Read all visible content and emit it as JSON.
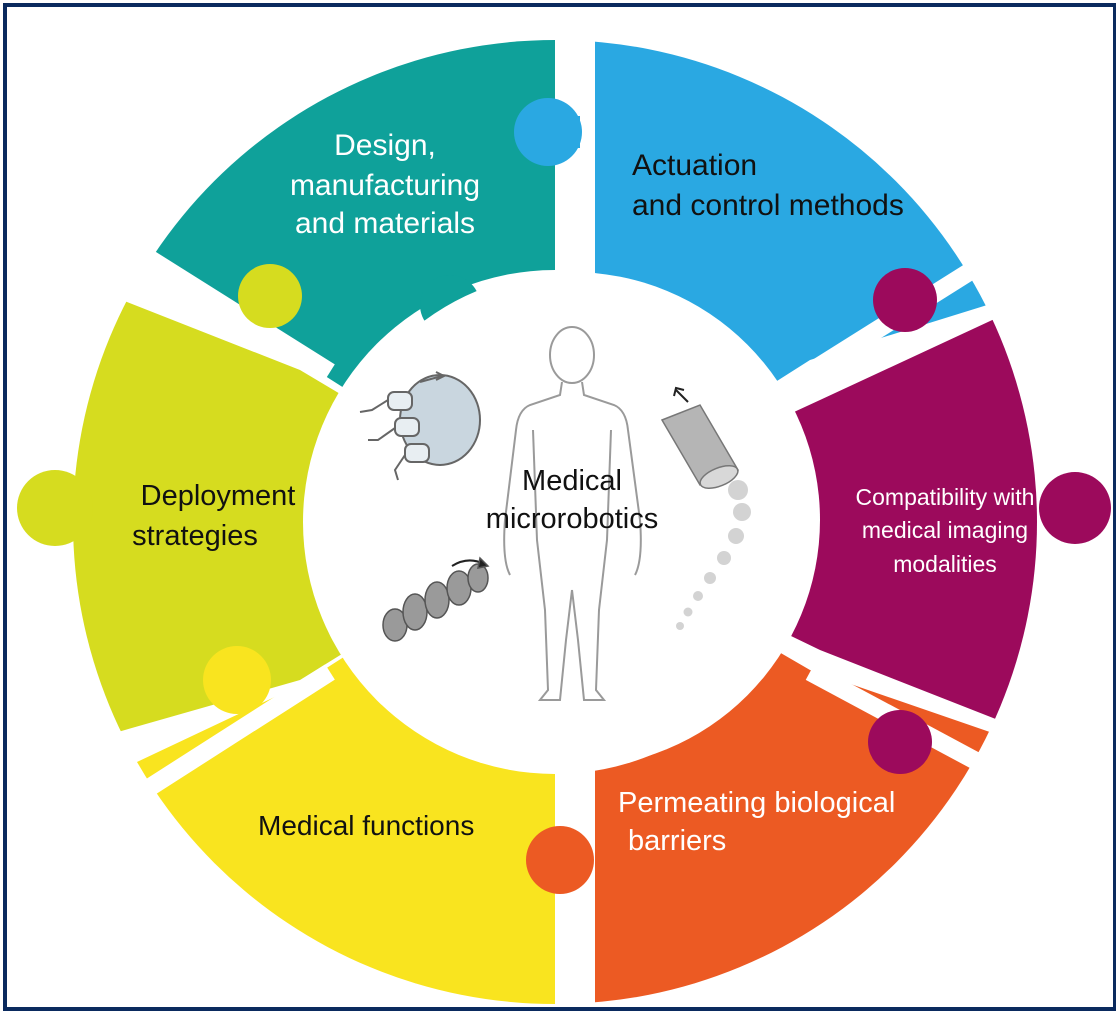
{
  "center": {
    "line1": "Medical",
    "line2": "microrobotics"
  },
  "segments": [
    {
      "id": "design",
      "lines": [
        "Design,",
        "manufacturing",
        "and materials"
      ],
      "color": "#0fa19a",
      "text_color": "#ffffff"
    },
    {
      "id": "actuation",
      "lines": [
        "Actuation",
        "and control methods"
      ],
      "color": "#2aa8e2",
      "text_color": "#111111"
    },
    {
      "id": "imaging",
      "lines": [
        "Compatibility with",
        "medical imaging",
        "modalities"
      ],
      "color": "#9c0a5c",
      "text_color": "#ffffff"
    },
    {
      "id": "barriers",
      "lines": [
        "Permeating biological",
        "barriers"
      ],
      "color": "#ec5a23",
      "text_color": "#ffffff"
    },
    {
      "id": "functions",
      "lines": [
        "Medical functions"
      ],
      "color": "#f9e41f",
      "text_color": "#111111"
    },
    {
      "id": "deployment",
      "lines": [
        "Deployment",
        "strategies"
      ],
      "color": "#d6dc1f",
      "text_color": "#111111"
    }
  ],
  "frame_color": "#0a2a5e"
}
